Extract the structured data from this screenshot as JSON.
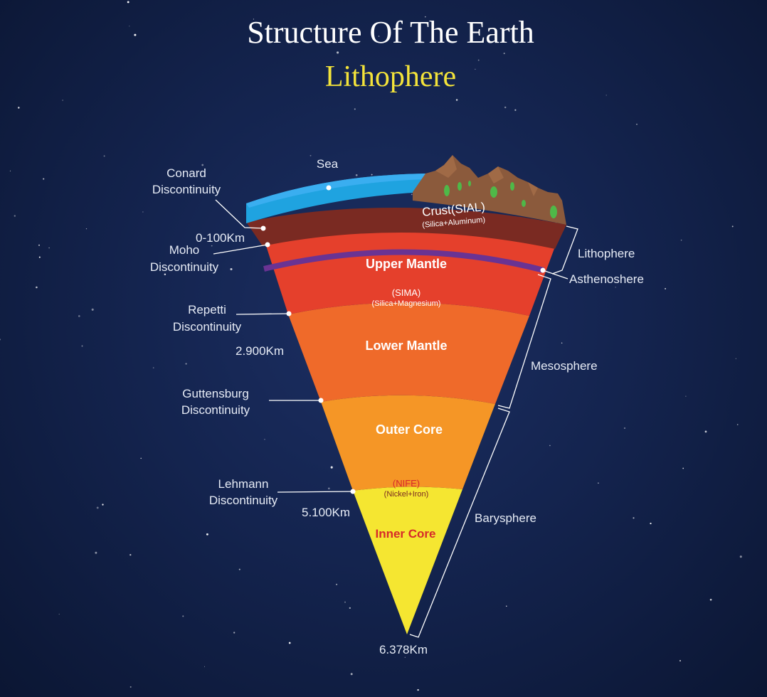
{
  "title": "Structure Of The Earth",
  "subtitle": "Lithophere",
  "colors": {
    "background": "#14244f",
    "sea": "#1fa3e0",
    "crust": "#7a2a22",
    "upper_mantle": "#e5402c",
    "asthenosphere_band": "#6a3393",
    "lower_mantle": "#ef6a2a",
    "outer_core": "#f59626",
    "inner_core": "#f5e631",
    "title": "#ffffff",
    "subtitle": "#f3e33a"
  },
  "layers": {
    "sea": "Sea",
    "crust": "Crust(SIAL)",
    "crust_sub": "(Silica+Aluminum)",
    "upper_mantle": "Upper Mantle",
    "sima": "(SIMA)",
    "sima_sub": "(Silica+Magnesium)",
    "lower_mantle": "Lower Mantle",
    "outer_core": "Outer Core",
    "nife": "(NIFE)",
    "nife_sub": "(Nickel+Iron)",
    "inner_core": "Inner Core"
  },
  "discontinuities": {
    "conard": [
      "Conard",
      "Discontinuity"
    ],
    "moho": [
      "Moho",
      "Discontinuity"
    ],
    "repetti": [
      "Repetti",
      "Discontinuity"
    ],
    "guttensburg": [
      "Guttensburg",
      "Discontinuity"
    ],
    "lehmann": [
      "Lehmann",
      "Discontinuity"
    ]
  },
  "depths": {
    "crust": "0-100Km",
    "mantle": "2.900Km",
    "outer_core": "5.100Km",
    "center": "6.378Km"
  },
  "spheres": {
    "lithophere": "Lithophere",
    "asthenoshere": "Asthenoshere",
    "mesosphere": "Mesosphere",
    "barysphere": "Barysphere"
  }
}
